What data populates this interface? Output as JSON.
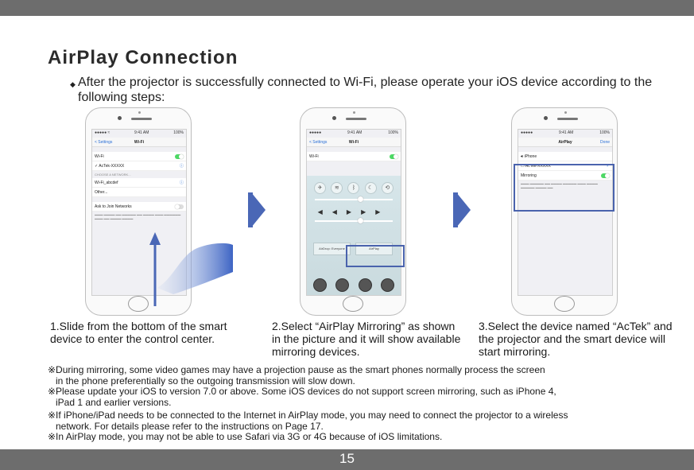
{
  "page": {
    "title": "AirPlay Connection",
    "intro_bullet": "◆",
    "intro": "After the projector is successfully connected to Wi-Fi, please operate your iOS device according to the following steps:",
    "page_number": "15"
  },
  "phone1": {
    "status_left": "●●●●● ≈",
    "status_time": "9:41 AM",
    "status_right": "100%",
    "nav_back": "< Settings",
    "nav_title": "Wi-Fi",
    "row_wifi": "Wi-Fi",
    "row_network": "✓ AcTek-XXXXX",
    "header_choose": "CHOOSE A NETWORK...",
    "row_other1": "Wi-Fi_abcdef",
    "row_other": "Other...",
    "row_ask": "Ask to Join Networks"
  },
  "phone2": {
    "status_time": "9:41 AM",
    "status_right": "100%",
    "nav_back": "< Settings",
    "nav_title": "Wi-Fi",
    "row_wifi": "Wi-Fi",
    "cc_airplay": "AirPlay",
    "cc_airdrop": "AirDrop: Everyone"
  },
  "phone3": {
    "status_time": "9:41 AM",
    "status_right": "100%",
    "nav_title": "AirPlay",
    "nav_done": "Done",
    "row_iphone": "iPhone",
    "row_actek": "AcTek-XXXXX",
    "row_mirroring": "Mirroring"
  },
  "steps": [
    "1.Slide from the bottom of the smart device to enter the control center.",
    "2.Select “AirPlay Mirroring” as shown in the picture and it will show available mirroring devices.",
    "3.Select the device named “AcTek” and the projector and the smart device will start mirroring."
  ],
  "notes": [
    "※During mirroring, some video games may have a projection pause as the smart phones normally process the screen",
    "in the phone preferentially so the outgoing transmission will slow down.",
    "※Please update your iOS to version 7.0 or above. Some iOS devices do not support screen mirroring, such as iPhone 4,",
    "iPad 1 and earlier versions.",
    "※If iPhone/iPad needs to be connected to the Internet in AirPlay mode, you may need to connect the projector to a wireless",
    "network. For details please refer to the instructions on Page 17.",
    "※In AirPlay mode, you may not be able to use Safari via 3G or 4G because of iOS limitations."
  ],
  "colors": {
    "highlight": "#4a63ad",
    "arrow": "#4a67b6",
    "bar": "#6d6d6d"
  }
}
